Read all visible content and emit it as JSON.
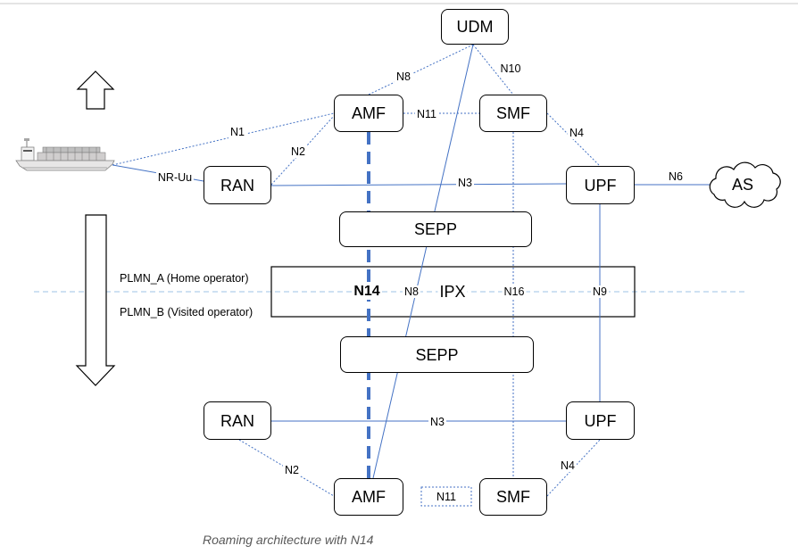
{
  "colors": {
    "link": "#4472C4",
    "boundary": "#9DC3E6",
    "node_border": "#000000",
    "caption": "#595959"
  },
  "icons": {
    "ship": "ship-icon",
    "up_arrow": "arrow-up-icon",
    "down_arrow": "arrow-down-icon",
    "cloud": "cloud-icon"
  },
  "nodes": {
    "udm": "UDM",
    "amf_home": "AMF",
    "smf_home": "SMF",
    "ran_home": "RAN",
    "upf_home": "UPF",
    "sepp_home": "SEPP",
    "ipx": "IPX",
    "sepp_visited": "SEPP",
    "ran_visited": "RAN",
    "upf_visited": "UPF",
    "amf_visited": "AMF",
    "smf_visited": "SMF",
    "as": "AS"
  },
  "interfaces": {
    "nr_uu": "NR-Uu",
    "n1": "N1",
    "n2_home": "N2",
    "n3_home": "N3",
    "n4_home": "N4",
    "n6": "N6",
    "n8_home": "N8",
    "n10": "N10",
    "n11_home": "N11",
    "n14": "N14",
    "n8_roaming": "N8",
    "n16": "N16",
    "n9": "N9",
    "n3_visited": "N3",
    "n2_visited": "N2",
    "n4_visited": "N4",
    "n11_visited": "N11"
  },
  "regions": {
    "home": "PLMN_A (Home operator)",
    "visited": "PLMN_B (Visited operator)"
  },
  "caption": "Roaming architecture with N14"
}
